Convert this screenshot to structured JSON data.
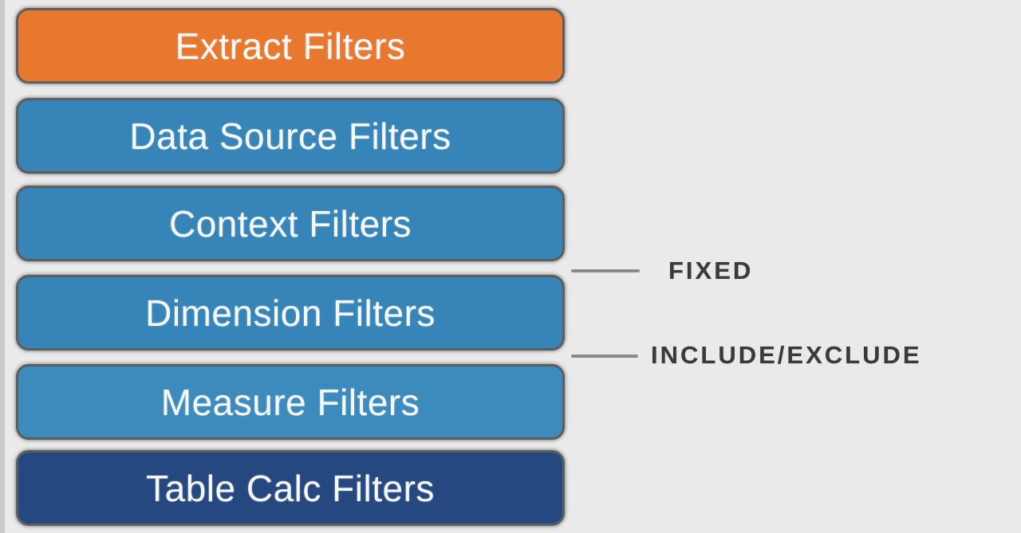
{
  "diagram": {
    "boxes": [
      {
        "label": "Extract Filters",
        "color": "#e8782e",
        "text_color": "#f6f9fc"
      },
      {
        "label": "Data Source Filters",
        "color": "#3785b8",
        "text_color": "#f6f9fc"
      },
      {
        "label": "Context Filters",
        "color": "#3785b8",
        "text_color": "#f6f9fc"
      },
      {
        "label": "Dimension Filters",
        "color": "#3785b8",
        "text_color": "#f6f9fc"
      },
      {
        "label": "Measure Filters",
        "color": "#3d8abd",
        "text_color": "#f6f9fc"
      },
      {
        "label": "Table Calc Filters",
        "color": "#264880",
        "text_color": "#f6f9fc"
      }
    ],
    "annotations": [
      {
        "label": "FIXED"
      },
      {
        "label": "INCLUDE/EXCLUDE"
      }
    ],
    "colors": {
      "background": "#eaeaea",
      "left_strip": "#c9c9c9",
      "box_border": "#5d5e60",
      "connector_line": "#8a8a8a",
      "annotation_text": "#3a3a3a"
    }
  }
}
